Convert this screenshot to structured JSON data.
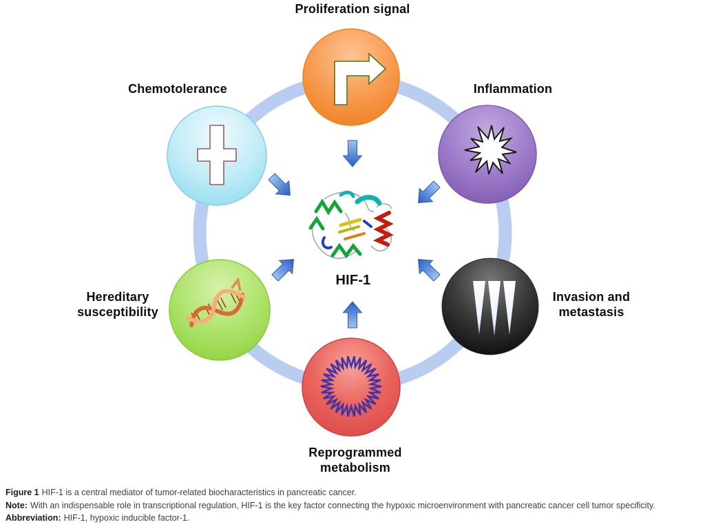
{
  "figure": {
    "center": {
      "label": "HIF-1",
      "image": "protein-ribbon-structure"
    },
    "nodes": {
      "proliferation": {
        "label": "Proliferation signal",
        "color": "#f79a4f",
        "icon": "turn-right-arrow-icon"
      },
      "chemotolerance": {
        "label": "Chemotolerance",
        "color": "#c2ecf7",
        "icon": "medical-cross-icon"
      },
      "inflammation": {
        "label": "Inflammation",
        "color": "#9d7bca",
        "icon": "starburst-icon"
      },
      "hereditary": {
        "label_line1": "Hereditary",
        "label_line2": "susceptibility",
        "color": "#aee26a",
        "icon": "dna-helix-icon"
      },
      "invasion": {
        "label_line1": "Invasion and",
        "label_line2": "metastasis",
        "color": "#2e2e2e",
        "icon": "spike-triangles-icon"
      },
      "metabolism": {
        "label_line1": "Reprogrammed",
        "label_line2": "metabolism",
        "color": "#ea655e",
        "icon": "zigzag-ring-icon"
      }
    },
    "colors": {
      "ring": "#b8cdf0",
      "arrow_light": "#9dc3f1",
      "arrow_dark": "#2d5ec2"
    }
  },
  "caption": {
    "figure_prefix": "Figure 1",
    "figure_text": "HIF-1 is a central mediator of tumor-related biocharacteristics in pancreatic cancer.",
    "note_prefix": "Note:",
    "note_text": "With an indispensable role in transcriptional regulation, HIF-1 is the key factor connecting the hypoxic microenvironment with pancreatic cancer cell tumor specificity.",
    "abbreviation_prefix": "Abbreviation:",
    "abbreviation_text": "HIF-1, hypoxic inducible factor-1."
  }
}
